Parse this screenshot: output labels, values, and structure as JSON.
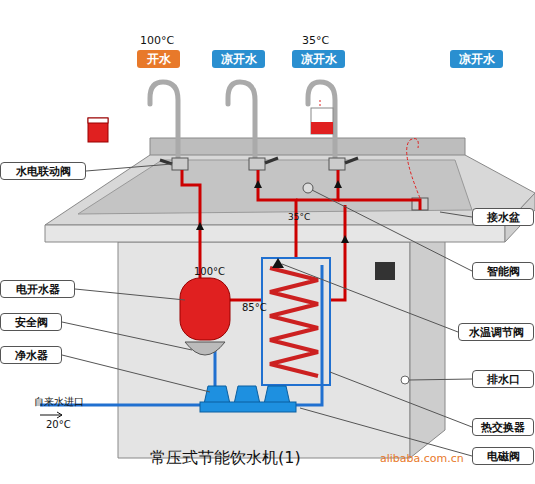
{
  "diagram": {
    "caption": "常压式节能饮水机(1)",
    "nodes": [
      {
        "text": [
          "开水"
        ]
      },
      {
        "text": [
          "凉开水"
        ]
      },
      {
        "text": [
          "凉开水"
        ]
      },
      {
        "text": [
          "凉开水"
        ]
      },
      {
        "text": [
          "水电联动阀"
        ]
      },
      {
        "text": [
          "电开水器"
        ]
      },
      {
        "text": [
          "安全阀"
        ]
      },
      {
        "text": [
          "净水器"
        ]
      },
      {
        "text": [
          "接水盆"
        ]
      },
      {
        "text": [
          "智能阀"
        ]
      },
      {
        "text": [
          "水温调节阀"
        ]
      },
      {
        "text": [
          "排水口"
        ]
      },
      {
        "text": [
          "热交换器"
        ]
      },
      {
        "text": [
          "电磁阀"
        ]
      }
    ],
    "labels": [
      "100°C",
      "35°C",
      "35°C",
      "100°C",
      "85°C",
      "自来水进口",
      "20°C",
      "alibaba.com.cn"
    ]
  }
}
